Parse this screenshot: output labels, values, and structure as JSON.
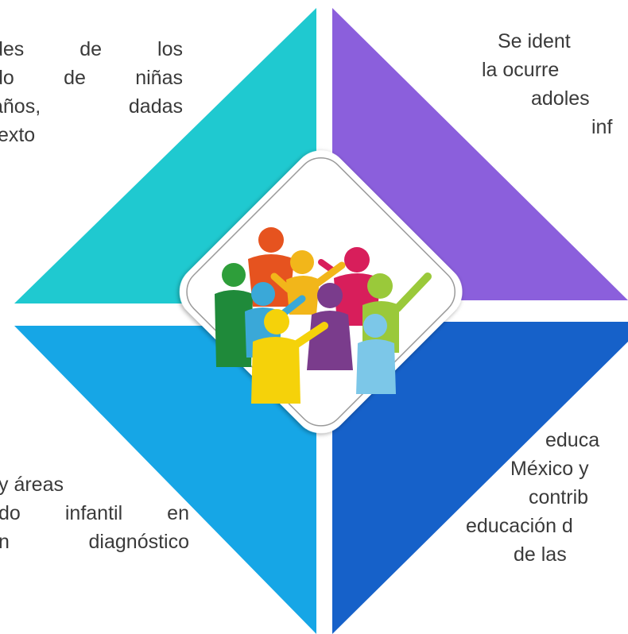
{
  "quadrants": {
    "top_left": {
      "color": "#1fc9d0",
      "lines": [
        "des de los",
        "do de niñas",
        "años, dadas",
        "texto"
      ]
    },
    "top_right": {
      "color": "#8b5fdc",
      "lines": [
        "Se ident",
        "la ocurre",
        "adoles",
        "inf"
      ]
    },
    "bottom_left": {
      "color": "#16a6e6",
      "lines": [
        "y áreas",
        "do infantil en",
        "n diagnóstico"
      ]
    },
    "bottom_right": {
      "color": "#1661c9",
      "lines": [
        "",
        "educa",
        "México y",
        "contrib",
        "educación d",
        "de las"
      ]
    }
  },
  "center_image": {
    "icon": "community-people-icon",
    "people_colors": [
      "#e6531f",
      "#2e9e3a",
      "#f2b61a",
      "#d81e5b",
      "#f29a1a",
      "#3aa8d8",
      "#9ac93a",
      "#f5d20a",
      "#7a3c8c",
      "#7cc7e8",
      "#1f8a3a"
    ]
  }
}
